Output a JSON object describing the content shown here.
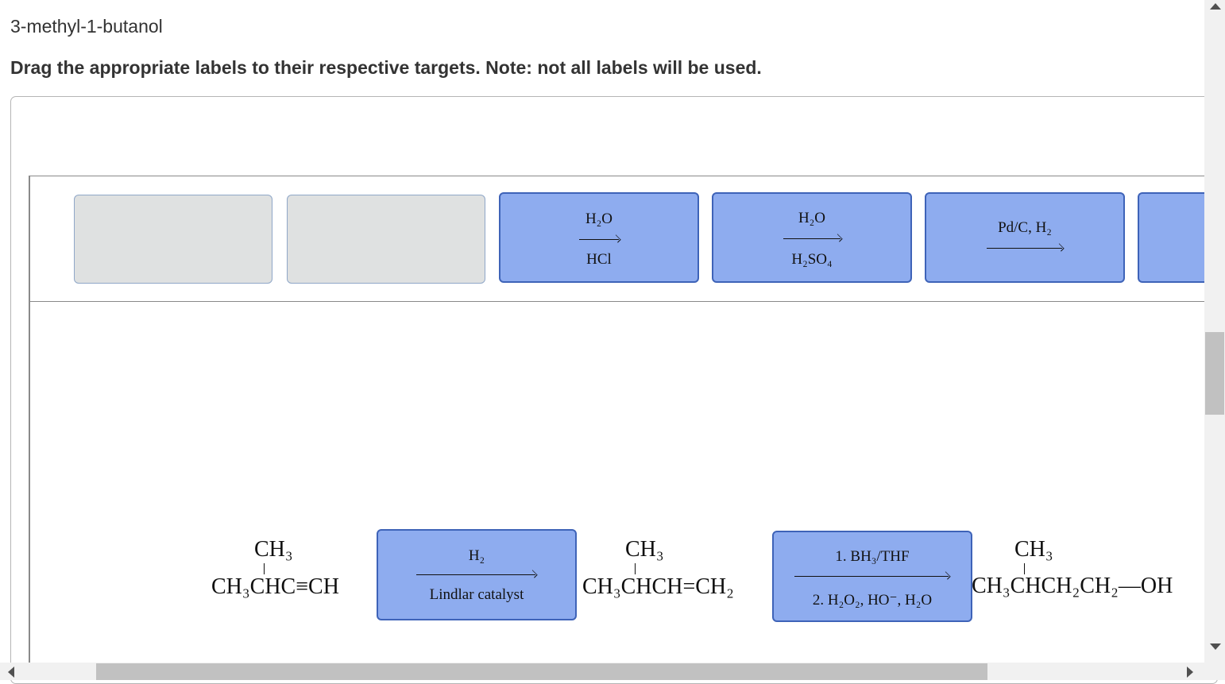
{
  "question": {
    "title": "3-methyl-1-butanol",
    "instructions": "Drag the appropriate labels to their respective targets. Note: not all labels will be used."
  },
  "label_bank": [
    {
      "top": "H₂O",
      "bottom": "HCl"
    },
    {
      "top": "H₂O",
      "bottom": "H₂SO₄"
    },
    {
      "top": "Pd/C, H₂",
      "bottom": ""
    }
  ],
  "scheme": {
    "mol1": {
      "ch3": "CH₃",
      "main": "CH₃CHC≡CH"
    },
    "step1": {
      "top": "H₂",
      "bottom": "Lindlar catalyst"
    },
    "mol2": {
      "ch3": "CH₃",
      "main": "CH₃CHCH=CH₂"
    },
    "step2": {
      "top": "1. BH₃/THF",
      "bottom": "2. H₂O₂, HO⁻, H₂O"
    },
    "mol3": {
      "ch3": "CH₃",
      "main": "CH₃CHCH₂CH₂—OH"
    }
  },
  "colors": {
    "chip_fill": "#8eacef",
    "chip_border": "#3e63b8",
    "empty_fill": "#dfe1e1"
  }
}
